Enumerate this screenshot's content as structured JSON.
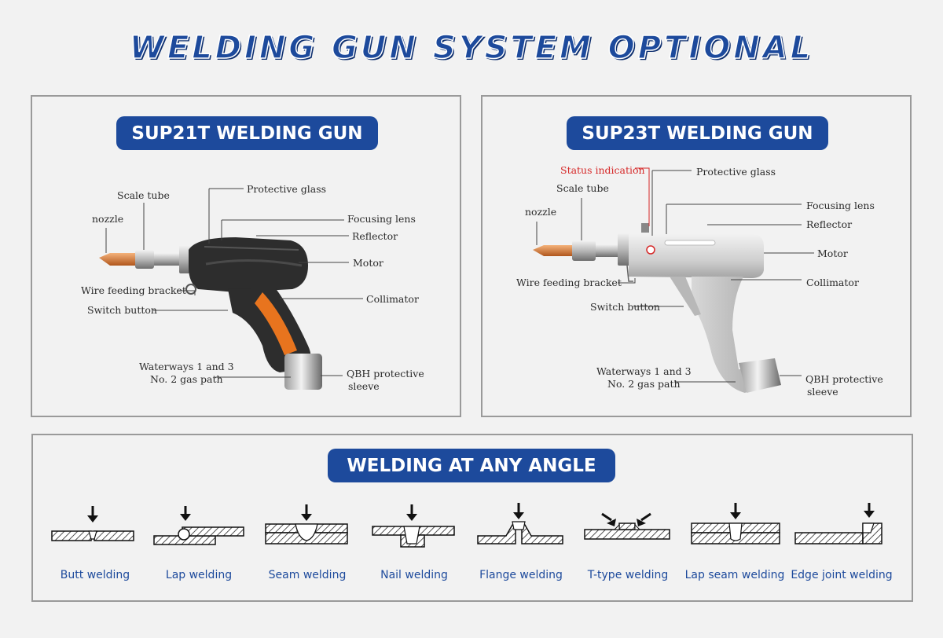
{
  "title": "WELDING GUN SYSTEM OPTIONAL",
  "left_panel": {
    "heading": "SUP21T WELDING GUN",
    "labels": {
      "scale_tube": "Scale tube",
      "nozzle": "nozzle",
      "protective_glass": "Protective glass",
      "focusing_lens": "Focusing lens",
      "reflector": "Reflector",
      "motor": "Motor",
      "wire_feeding_bracket": "Wire feeding bracket",
      "switch_button": "Switch button",
      "collimator": "Collimator",
      "waterways_line1": "Waterways 1 and 3",
      "waterways_line2": "No. 2 gas path",
      "qbh_line1": "QBH protective",
      "qbh_line2": "sleeve"
    }
  },
  "right_panel": {
    "heading": "SUP23T WELDING GUN",
    "labels": {
      "status_indication": "Status indication",
      "protective_glass": "Protective glass",
      "scale_tube": "Scale tube",
      "focusing_lens": "Focusing lens",
      "nozzle": "nozzle",
      "reflector": "Reflector",
      "motor": "Motor",
      "wire_feeding_bracket": "Wire feeding bracket",
      "collimator": "Collimator",
      "switch_button": "Switch button",
      "waterways_line1": "Waterways 1 and 3",
      "waterways_line2": "No. 2 gas path",
      "qbh_line1": "QBH protective",
      "qbh_line2": "sleeve"
    }
  },
  "bottom_panel": {
    "heading": "WELDING AT ANY ANGLE",
    "types": [
      {
        "label": "Butt welding",
        "icon": "butt-weld-icon"
      },
      {
        "label": "Lap welding",
        "icon": "lap-weld-icon"
      },
      {
        "label": "Seam welding",
        "icon": "seam-weld-icon"
      },
      {
        "label": "Nail welding",
        "icon": "nail-weld-icon"
      },
      {
        "label": "Flange welding",
        "icon": "flange-weld-icon"
      },
      {
        "label": "T-type welding",
        "icon": "t-type-weld-icon"
      },
      {
        "label": "Lap seam welding",
        "icon": "lap-seam-weld-icon"
      },
      {
        "label": "Edge joint welding",
        "icon": "edge-joint-weld-icon"
      }
    ]
  },
  "colors": {
    "brand_blue": "#1d4a9c",
    "status_red": "#d62828",
    "orange": "#e8741e",
    "panel_border": "#9a9a9a"
  }
}
